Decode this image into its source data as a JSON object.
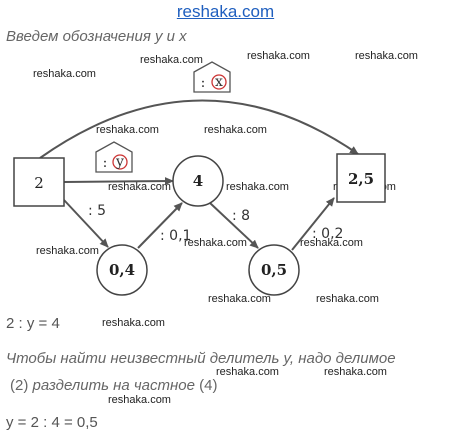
{
  "site_title": "reshaka.com",
  "intro_text": "Введем обозначения y и x",
  "watermark": "reshaka.com",
  "nodes": {
    "start_value": "2",
    "mid_value": "4",
    "end_value": "2,5",
    "left_value": "0,4",
    "right_value": "0,5"
  },
  "houses": {
    "top_op": ":",
    "top_var": "x",
    "mid_op": ":",
    "mid_var": "y"
  },
  "edges": {
    "start_to_left": ": 5",
    "left_to_mid": ": 0,1",
    "mid_to_right": ": 8",
    "right_to_end": ": 0,2"
  },
  "solution": {
    "equation": "2 : y = 4",
    "rule_line1": "Чтобы найти неизвестный делитель y, надо делимое",
    "rule_line2_a": "(2)",
    "rule_line2_b": " разделить на частное ",
    "rule_line2_c": "(4)",
    "result": "y = 2 : 4 = 0,5"
  }
}
